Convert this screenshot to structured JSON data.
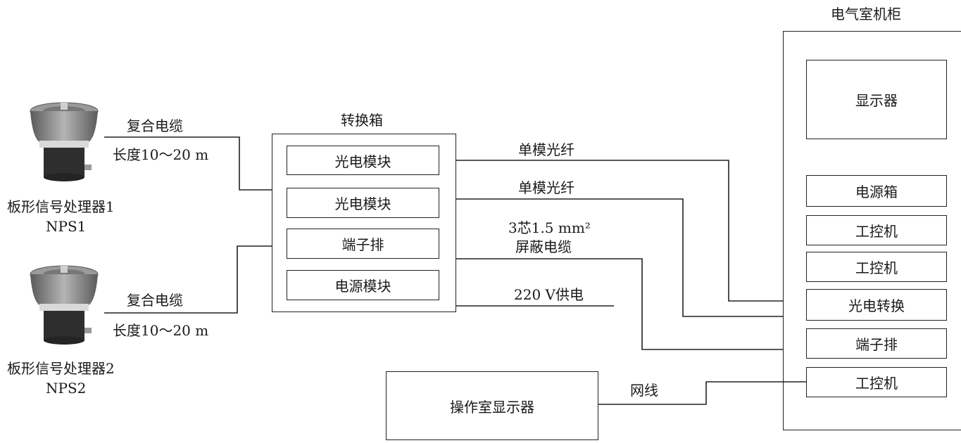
{
  "sensors": [
    {
      "name_cn": "板形信号处理器1",
      "code": "NPS1",
      "cable_name": "复合电缆",
      "cable_length": "长度10～20 m"
    },
    {
      "name_cn": "板形信号处理器2",
      "code": "NPS2",
      "cable_name": "复合电缆",
      "cable_length": "长度10～20 m"
    }
  ],
  "converter_box": {
    "title": "转换箱",
    "modules": [
      "光电模块",
      "光电模块",
      "端子排",
      "电源模块"
    ]
  },
  "links": {
    "fiber1": "单模光纤",
    "fiber2": "单模光纤",
    "shield_cable_line1": "3芯1.5 mm²",
    "shield_cable_line2": "屏蔽电缆",
    "power": "220 V供电",
    "network": "网线"
  },
  "cabinet": {
    "title": "电气室机柜",
    "display": "显示器",
    "units": [
      "电源箱",
      "工控机",
      "工控机",
      "光电转换",
      "端子排",
      "工控机"
    ]
  },
  "operator_display": "操作室显示器",
  "colors": {
    "line": "#222222",
    "sensor_body": "#8a8a8a",
    "sensor_base": "#2e2e2e"
  }
}
